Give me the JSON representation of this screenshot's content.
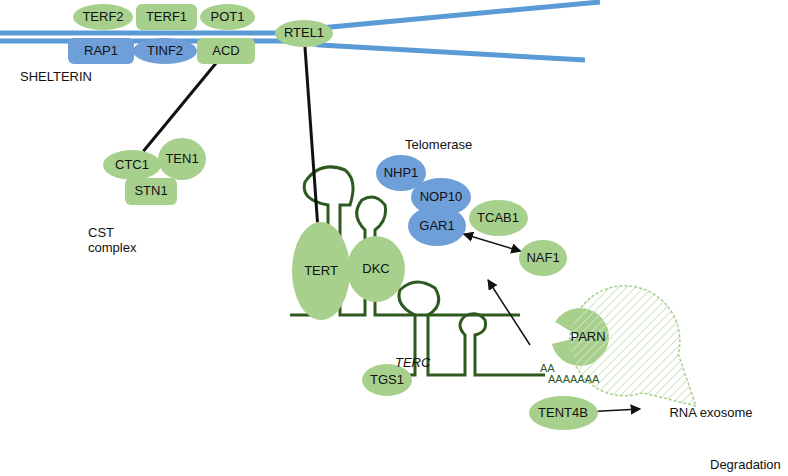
{
  "diagram": {
    "nodes": [
      {
        "text": [
          "TERF2"
        ]
      },
      {
        "text": [
          "TERF1"
        ]
      },
      {
        "text": [
          "POT1"
        ]
      },
      {
        "text": [
          "RAP1"
        ]
      },
      {
        "text": [
          "TINF2"
        ]
      },
      {
        "text": [
          "ACD"
        ]
      },
      {
        "text": [
          "RTEL1"
        ]
      },
      {
        "text": [
          "CTC1"
        ]
      },
      {
        "text": [
          "TEN1"
        ]
      },
      {
        "text": [
          "STN1"
        ]
      },
      {
        "text": [
          "TERT"
        ]
      },
      {
        "text": [
          "DKC"
        ]
      },
      {
        "text": [
          "NHP1"
        ]
      },
      {
        "text": [
          "NOP10"
        ]
      },
      {
        "text": [
          "GAR1"
        ]
      },
      {
        "text": [
          "TCAB1"
        ]
      },
      {
        "text": [
          "NAF1"
        ]
      },
      {
        "text": [
          "PARN"
        ]
      },
      {
        "text": [
          "TGS1"
        ]
      },
      {
        "text": [
          "TENT4B"
        ]
      },
      {
        "text": [
          "RNA exosome"
        ]
      }
    ],
    "edges": [
      {
        "from": 5,
        "to": 7,
        "arrow": "none"
      },
      {
        "from": 6,
        "to": 10,
        "arrow": "none"
      },
      {
        "from": 14,
        "to": 16,
        "arrow": "both"
      },
      {
        "from": 19,
        "to": 20,
        "arrow": "to"
      }
    ],
    "labels": [
      "SHELTERIN",
      "Telomerase",
      "CST complex",
      "TERC",
      "AA",
      "AAAAAAA",
      "Degradation"
    ]
  }
}
